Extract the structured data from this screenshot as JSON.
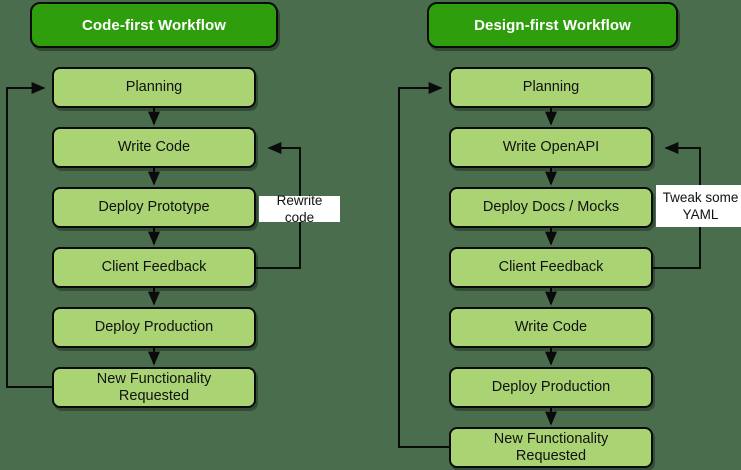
{
  "diagram": {
    "type": "flowchart",
    "background_color": "#4a6e4d",
    "title_fill": "#2f9e0d",
    "step_fill": "#aad474",
    "stroke_color": "#0b0b0b",
    "label_fill": "#ffffff",
    "columns": [
      {
        "id": "code-first",
        "title": "Code-first Workflow",
        "steps": [
          {
            "id": "planning",
            "label": "Planning"
          },
          {
            "id": "write-code",
            "label": "Write Code"
          },
          {
            "id": "deploy-prototype",
            "label": "Deploy Prototype"
          },
          {
            "id": "client-feedback",
            "label": "Client Feedback"
          },
          {
            "id": "deploy-production",
            "label": "Deploy Production"
          },
          {
            "id": "new-functionality",
            "label": "New Functionality\nRequested"
          }
        ],
        "feedback_label": "Rewrite code",
        "feedback_from": "client-feedback",
        "feedback_to": "write-code",
        "loop_from": "new-functionality",
        "loop_to": "planning"
      },
      {
        "id": "design-first",
        "title": "Design-first Workflow",
        "steps": [
          {
            "id": "planning",
            "label": "Planning"
          },
          {
            "id": "write-openapi",
            "label": "Write OpenAPI"
          },
          {
            "id": "deploy-docs-mocks",
            "label": "Deploy Docs / Mocks"
          },
          {
            "id": "client-feedback",
            "label": "Client Feedback"
          },
          {
            "id": "write-code",
            "label": "Write Code"
          },
          {
            "id": "deploy-production",
            "label": "Deploy Production"
          },
          {
            "id": "new-functionality",
            "label": "New Functionality\nRequested"
          }
        ],
        "feedback_label": "Tweak some YAML",
        "feedback_label_line1": "Tweak some",
        "feedback_label_line2": "YAML",
        "feedback_from": "client-feedback",
        "feedback_to": "write-openapi",
        "loop_from": "new-functionality",
        "loop_to": "planning"
      }
    ]
  },
  "left": {
    "title": "Code-first Workflow",
    "s0": "Planning",
    "s1": "Write Code",
    "s2": "Deploy Prototype",
    "s3": "Client Feedback",
    "s4": "Deploy Production",
    "s5_line1": "New Functionality",
    "s5_line2": "Requested",
    "feedback_label": "Rewrite code"
  },
  "right": {
    "title": "Design-first Workflow",
    "s0": "Planning",
    "s1": "Write OpenAPI",
    "s2": "Deploy Docs / Mocks",
    "s3": "Client Feedback",
    "s4": "Write Code",
    "s5": "Deploy Production",
    "s6_line1": "New Functionality",
    "s6_line2": "Requested",
    "feedback_label_line1": "Tweak some",
    "feedback_label_line2": "YAML"
  }
}
